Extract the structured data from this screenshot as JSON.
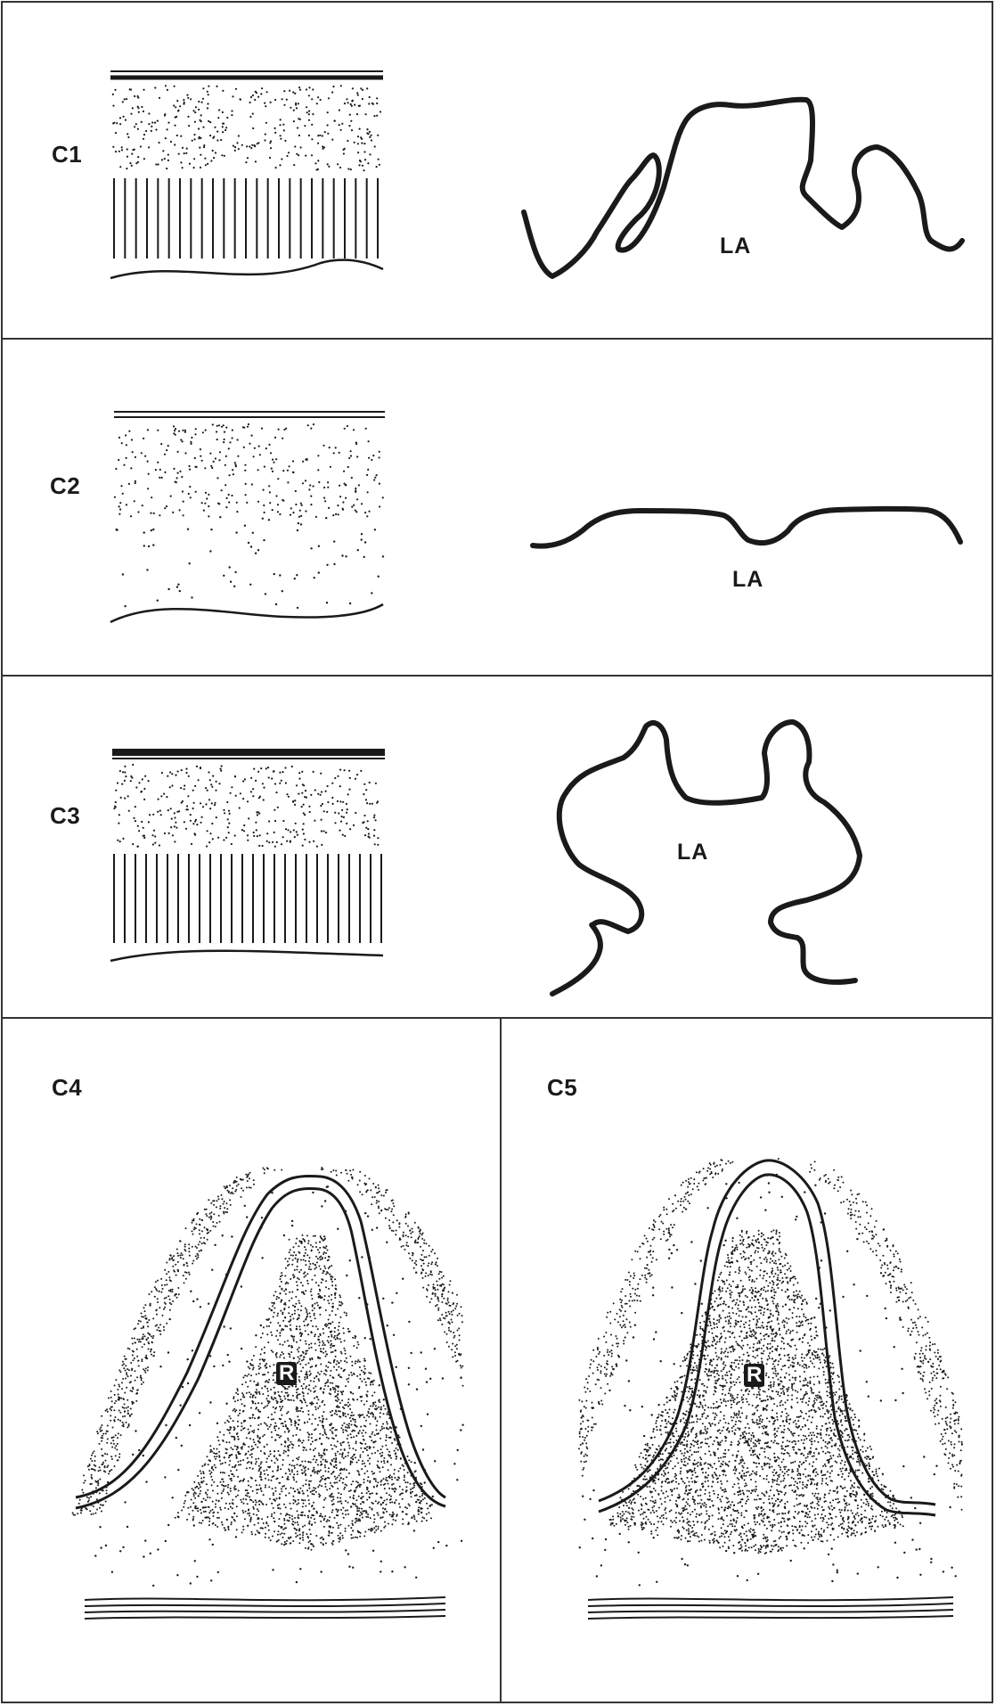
{
  "panels": [
    {
      "id": "C1",
      "label": "C1",
      "region_label": "LA"
    },
    {
      "id": "C2",
      "label": "C2",
      "region_label": "LA"
    },
    {
      "id": "C3",
      "label": "C3",
      "region_label": "LA"
    },
    {
      "id": "C4",
      "label": "C4",
      "region_label": "R"
    },
    {
      "id": "C5",
      "label": "C5",
      "region_label": "R"
    }
  ],
  "colors": {
    "ink": "#1a1a1a",
    "paper": "#ffffff",
    "border": "#333333"
  }
}
